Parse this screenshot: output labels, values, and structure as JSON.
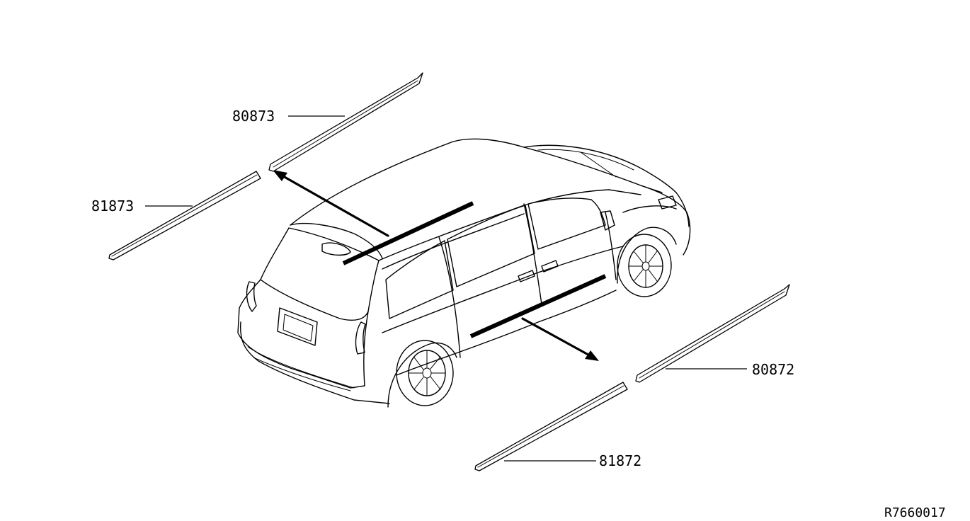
{
  "diagram": {
    "parts": [
      {
        "number": "80873"
      },
      {
        "number": "81873"
      },
      {
        "number": "80872"
      },
      {
        "number": "81872"
      }
    ],
    "reference_code": "R7660017",
    "colors": {
      "line": "#000000",
      "background": "#ffffff"
    }
  }
}
